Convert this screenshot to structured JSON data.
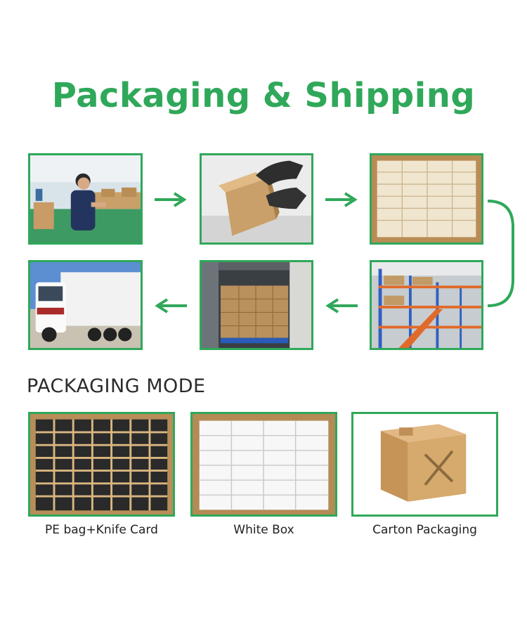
{
  "page_title": "Packaging & Shipping",
  "process_steps": [
    {
      "icon": "worker-assembly-photo"
    },
    {
      "icon": "gloved-hands-box-photo"
    },
    {
      "icon": "stacked-cartons-photo"
    },
    {
      "icon": "warehouse-racks-photo"
    },
    {
      "icon": "container-loading-photo"
    },
    {
      "icon": "delivery-truck-photo"
    }
  ],
  "section_title": "PACKAGING MODE",
  "modes": [
    {
      "caption": "PE bag+Knife Card",
      "icon": "pe-bag-grid-photo"
    },
    {
      "caption": "White Box",
      "icon": "white-boxes-photo"
    },
    {
      "caption": "Carton Packaging",
      "icon": "carton-box-photo"
    }
  ],
  "colors": {
    "accent": "#2fa85a",
    "text": "#222222"
  }
}
